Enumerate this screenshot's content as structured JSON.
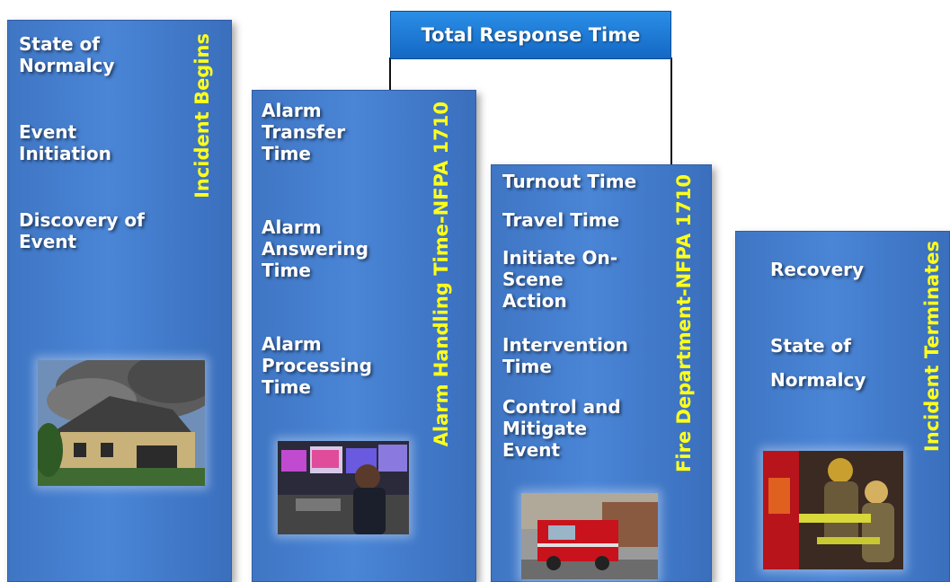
{
  "banner": {
    "label": "Total Response Time"
  },
  "panels": [
    {
      "items": [
        "State of Normalcy",
        "Event Initiation",
        "Discovery of Event"
      ],
      "vertical": "Incident Begins",
      "photo": "house-fire-photo"
    },
    {
      "items": [
        "Alarm Transfer Time",
        "Alarm Answering Time",
        "Alarm Processing Time"
      ],
      "vertical": "Alarm Handling Time-NFPA 1710",
      "photo": "dispatcher-photo"
    },
    {
      "items": [
        "Turnout Time",
        "Travel Time",
        "Initiate On-Scene Action",
        "Intervention Time",
        "Control and Mitigate Event"
      ],
      "vertical": "Fire Department-NFPA 1710",
      "photo": "fire-engine-photo"
    },
    {
      "items": [
        "Recovery",
        "State of Normalcy"
      ],
      "vertical": "Incident Terminates",
      "photo": "firefighters-photo"
    }
  ]
}
